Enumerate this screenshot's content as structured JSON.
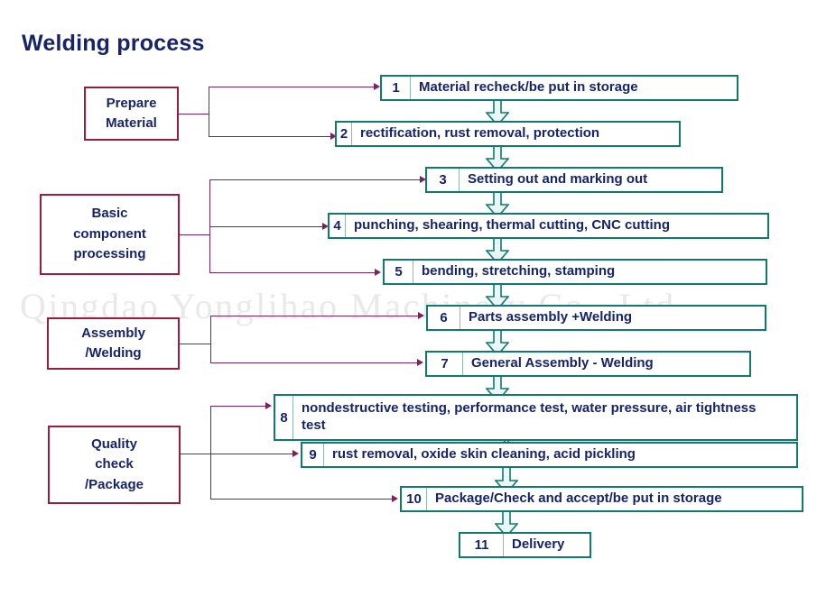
{
  "title": "Welding process",
  "watermark": "Qingdao Yonglihao Machinery Co., Ltd.",
  "colors": {
    "title_text": "#16246b",
    "step_border": "#0f7a6e",
    "group_border": "#9c1c3c",
    "connector": "#7b2162",
    "box_text": "#16246b",
    "watermark": "#e9e9e9",
    "background": "#ffffff"
  },
  "groups": [
    {
      "id": "prepare-material",
      "lines": [
        "Prepare",
        "Material"
      ]
    },
    {
      "id": "basic-component",
      "lines": [
        "Basic",
        "component",
        "processing"
      ]
    },
    {
      "id": "assembly-welding",
      "lines": [
        "Assembly",
        "/Welding"
      ]
    },
    {
      "id": "quality-package",
      "lines": [
        "Quality",
        "check",
        "/Package"
      ]
    }
  ],
  "steps": [
    {
      "num": "1",
      "text": "Material recheck/be put in storage"
    },
    {
      "num": "2",
      "text": "rectification, rust removal, protection"
    },
    {
      "num": "3",
      "text": "Setting out and marking out"
    },
    {
      "num": "4",
      "text": "punching, shearing, thermal cutting, CNC cutting"
    },
    {
      "num": "5",
      "text": "bending, stretching, stamping"
    },
    {
      "num": "6",
      "text": "Parts assembly +Welding"
    },
    {
      "num": "7",
      "text": "General Assembly - Welding"
    },
    {
      "num": "8",
      "text": "nondestructive testing, performance test, water pressure, air tightness test"
    },
    {
      "num": "9",
      "text": "rust removal, oxide skin cleaning, acid pickling"
    },
    {
      "num": "10",
      "text": "Package/Check and accept/be put in storage"
    },
    {
      "num": "11",
      "text": "Delivery"
    }
  ],
  "flow_arrows": [
    {
      "from": "1",
      "to": "2"
    },
    {
      "from": "2",
      "to": "3"
    },
    {
      "from": "3",
      "to": "4"
    },
    {
      "from": "4",
      "to": "5"
    },
    {
      "from": "5",
      "to": "6"
    },
    {
      "from": "6",
      "to": "7"
    },
    {
      "from": "7",
      "to": "8"
    },
    {
      "from": "8",
      "to": "9"
    },
    {
      "from": "9",
      "to": "10"
    },
    {
      "from": "10",
      "to": "11"
    }
  ],
  "group_links": [
    {
      "group": "prepare-material",
      "steps": [
        "1",
        "2"
      ]
    },
    {
      "group": "basic-component",
      "steps": [
        "3",
        "4",
        "5"
      ]
    },
    {
      "group": "assembly-welding",
      "steps": [
        "6",
        "7"
      ]
    },
    {
      "group": "quality-package",
      "steps": [
        "8",
        "9",
        "10"
      ]
    }
  ]
}
